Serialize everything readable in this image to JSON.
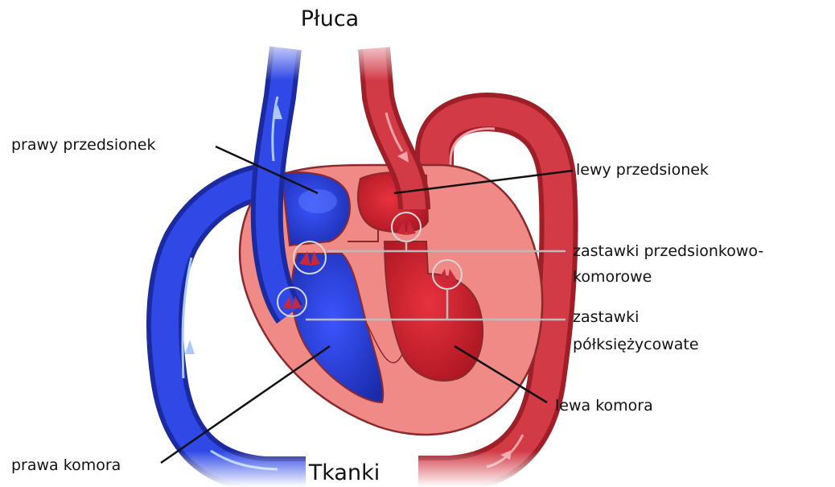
{
  "diagram": {
    "top_label": "Płuca",
    "bottom_label": "Tkanki",
    "labels": {
      "right_atrium": "prawy przedsionek",
      "left_atrium": "lewy przedsionek",
      "av_valves_line1": "zastawki przedsionkowo-",
      "av_valves_line2": "komorowe",
      "semilunar_line1": "zastawki",
      "semilunar_line2": "półksiężycowate",
      "left_ventricle": "lewa komora",
      "right_ventricle": "prawa komora"
    },
    "colors": {
      "deoxygenated": "#2a3fd6",
      "oxygenated": "#c8283a",
      "heart_wall": "#f08a86"
    }
  }
}
